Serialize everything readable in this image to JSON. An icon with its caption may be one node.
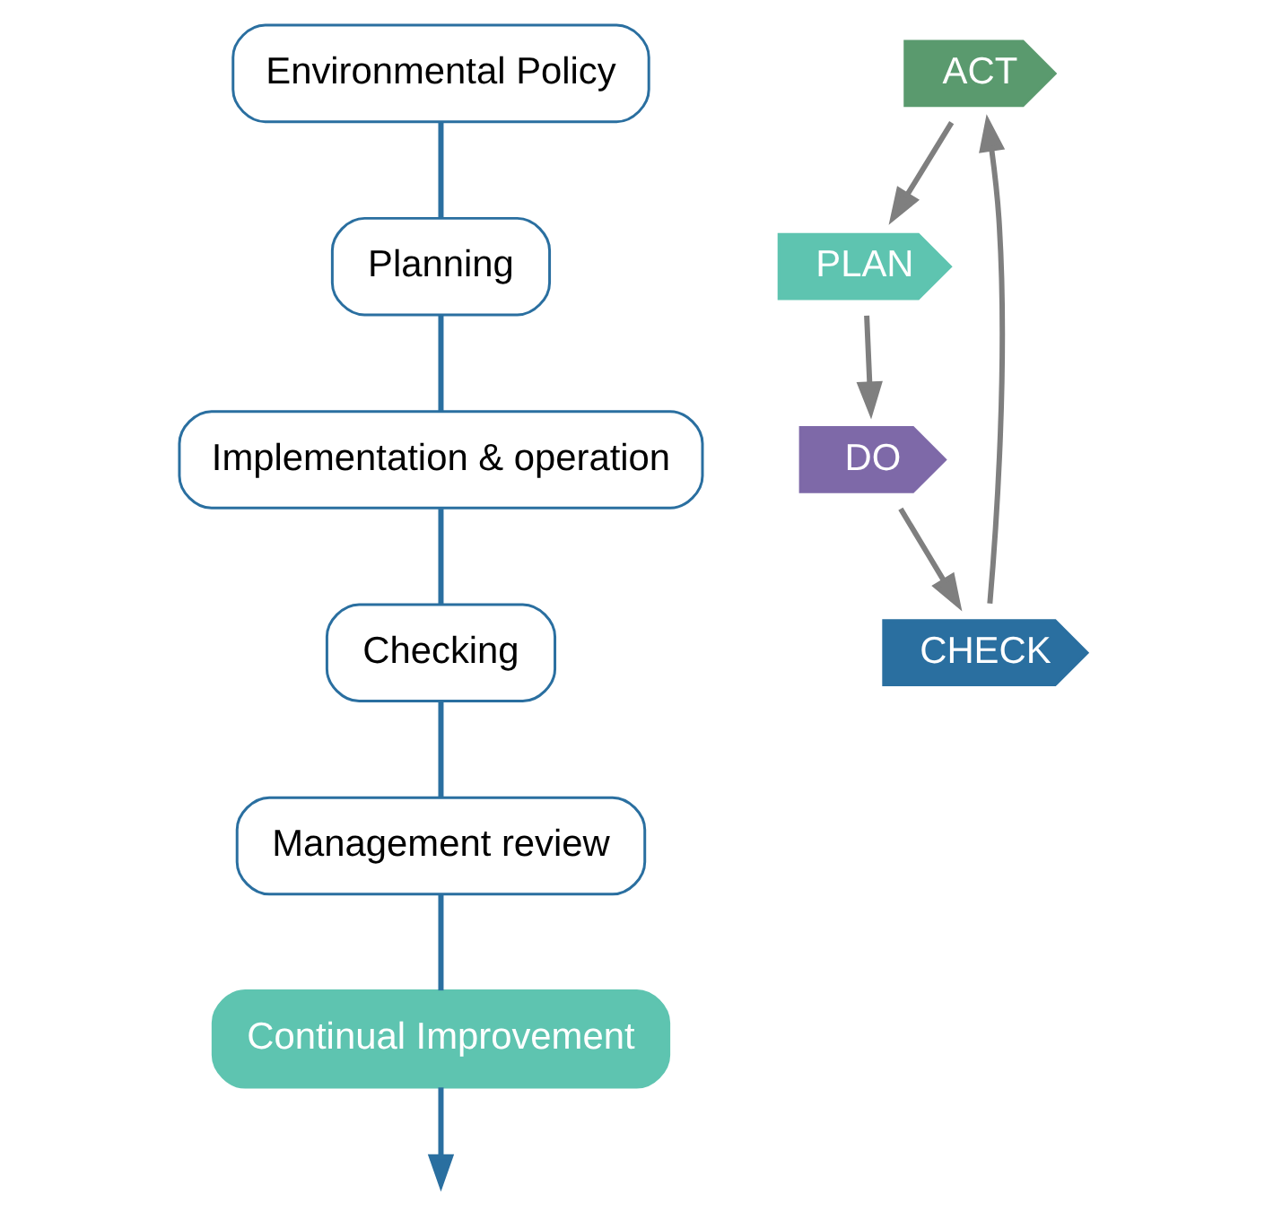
{
  "diagram": {
    "nodes": [
      {
        "text": [
          "Continual Improvement"
        ]
      },
      {
        "text": [
          "Environmental Policy"
        ]
      },
      {
        "text": [
          "Planning"
        ]
      },
      {
        "text": [
          "Implementation & operation"
        ]
      },
      {
        "text": [
          "Checking"
        ]
      },
      {
        "text": [
          "Management review"
        ]
      },
      {
        "text": [
          "ACT"
        ]
      },
      {
        "text": [
          "PLAN"
        ]
      },
      {
        "text": [
          "DO"
        ]
      },
      {
        "text": [
          "CHECK"
        ]
      }
    ],
    "edges": [
      {
        "from": 0,
        "to": null,
        "arrow": "to"
      },
      {
        "from": 1,
        "to": 2,
        "arrow": "none"
      },
      {
        "from": 2,
        "to": 3,
        "arrow": "none"
      },
      {
        "from": 3,
        "to": 4,
        "arrow": "none"
      },
      {
        "from": 4,
        "to": 5,
        "arrow": "none"
      },
      {
        "from": 5,
        "to": 0,
        "arrow": "none"
      },
      {
        "from": 6,
        "to": 7,
        "arrow": "to",
        "color": "#7f7f7f"
      },
      {
        "from": 7,
        "to": 8,
        "arrow": "to",
        "color": "#7f7f7f"
      },
      {
        "from": 8,
        "to": 9,
        "arrow": "to",
        "color": "#7f7f7f"
      },
      {
        "from": 9,
        "to": 6,
        "arrow": "to",
        "color": "#7f7f7f"
      }
    ]
  }
}
